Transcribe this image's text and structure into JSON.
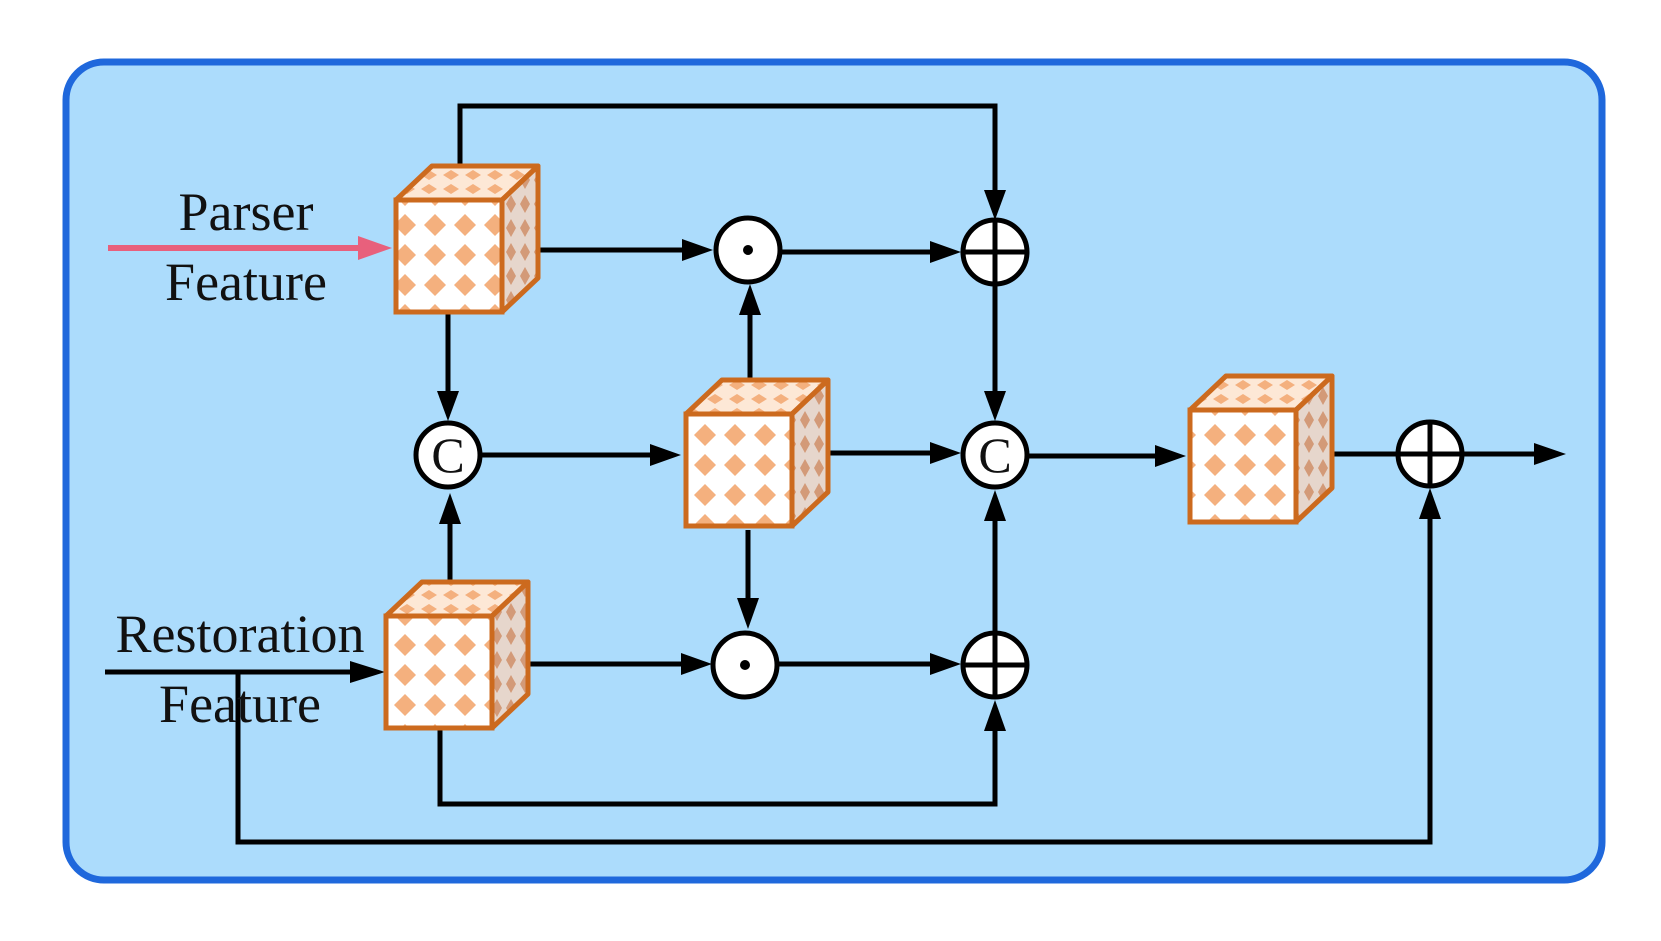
{
  "diagram": {
    "inputs": {
      "parser": {
        "line1": "Parser",
        "line2": "Feature"
      },
      "restoration": {
        "line1": "Restoration",
        "line2": "Feature"
      }
    },
    "operators": {
      "concat_symbol": "C"
    },
    "colors": {
      "panel_fill": "#acdcfc",
      "panel_border": "#1f68dc",
      "cube_stroke": "#cc6a1e",
      "cube_pattern": "#f4b07e",
      "parser_arrow": "#e8607c",
      "line": "#000000"
    }
  }
}
